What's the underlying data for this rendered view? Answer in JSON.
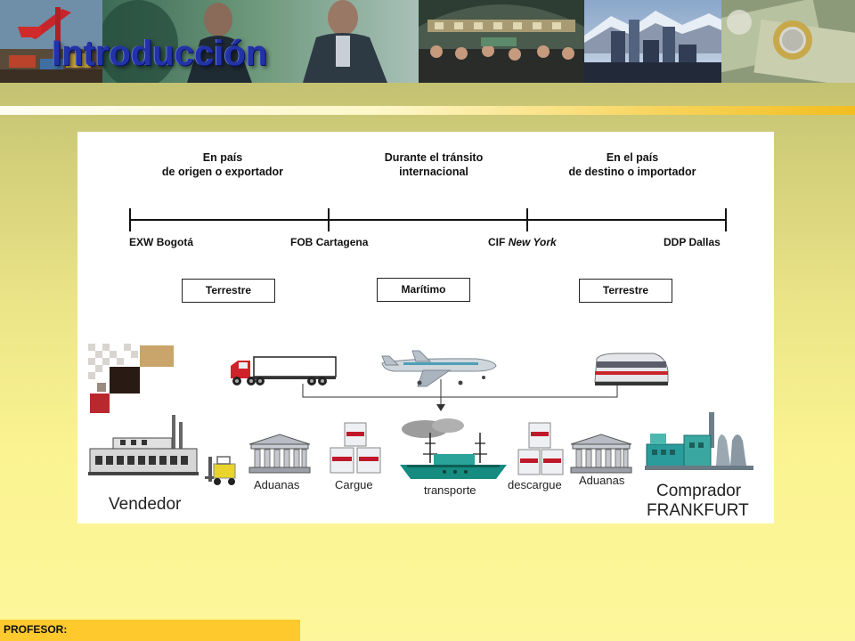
{
  "header": {
    "title": "Introducción"
  },
  "diagram": {
    "stages": [
      {
        "line1": "En país",
        "line2": "de origen o exportador"
      },
      {
        "line1": "Durante el tránsito",
        "line2": "internacional"
      },
      {
        "line1": "En el país",
        "line2": "de destino o importador"
      }
    ],
    "ticks": [
      {
        "term": "EXW",
        "place": "Bogotá"
      },
      {
        "term": "FOB",
        "place": "Cartagena"
      },
      {
        "term": "CIF",
        "place": "New York"
      },
      {
        "term": "DDP",
        "place": "Dallas"
      }
    ],
    "modes": [
      "Terrestre",
      "Marítimo",
      "Terrestre"
    ],
    "actors": {
      "seller": "Vendedor",
      "customs_origin": "Aduanas",
      "loading": "Cargue",
      "transport": "transporte",
      "unloading": "descargue",
      "customs_destination": "Aduanas",
      "buyer_line1": "Comprador",
      "buyer_line2": "FRANKFURT"
    },
    "icons": [
      "mosaic-logo-icon",
      "truck-icon",
      "airplane-icon",
      "train-icon",
      "factory-icon",
      "forklift-icon",
      "customs-building-icon",
      "loading-boxes-icon",
      "ship-icon",
      "unloading-boxes-icon",
      "buyer-factory-icon"
    ]
  },
  "footer": {
    "label": "PROFESOR:"
  }
}
